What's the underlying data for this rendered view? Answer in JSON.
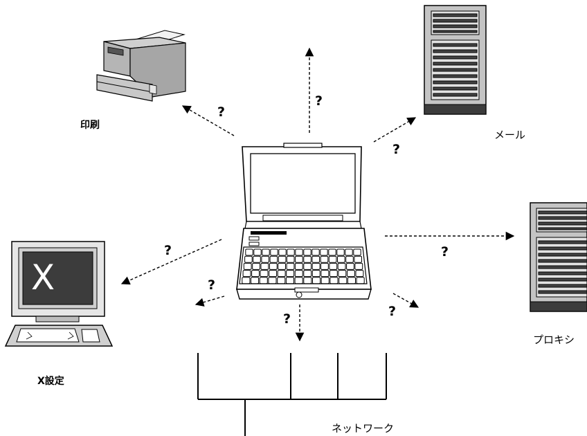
{
  "labels": {
    "printer": "印刷",
    "mail": "メール",
    "proxy": "プロキシ",
    "xconfig": "X設定",
    "network": "ネットワーク"
  },
  "question_mark": "?",
  "x_screen_glyph": "X",
  "colors": {
    "device_body": "#b9b9b9",
    "device_dark": "#3c3c3c",
    "laptop_body": "#ffffff",
    "laptop_screen": "#ffffff",
    "stroke": "#000000"
  },
  "icons": {
    "printer": "printer-icon",
    "mail_server": "server-icon",
    "proxy_server": "server-icon",
    "workstation": "monitor-icon",
    "laptop": "laptop-icon"
  }
}
